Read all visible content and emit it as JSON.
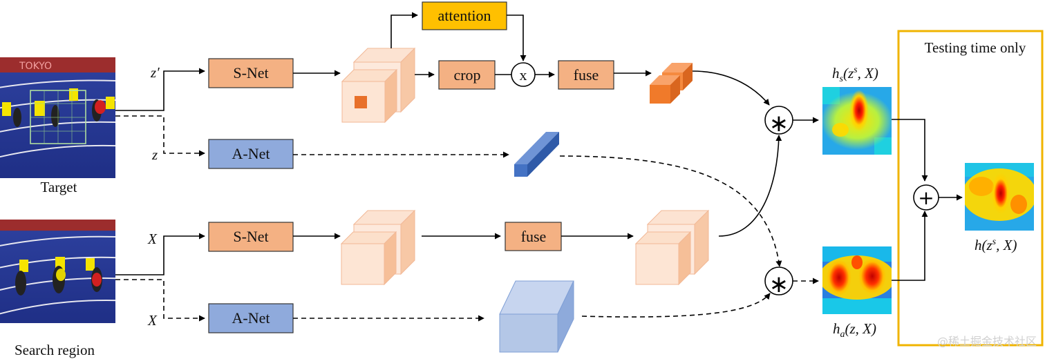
{
  "labels": {
    "target": "Target",
    "search_region": "Search region",
    "testing_only": "Testing time only",
    "watermark": "@稀土掘金技术社区"
  },
  "blocks": {
    "snet_top": "S-Net",
    "anet_top": "A-Net",
    "snet_bottom": "S-Net",
    "anet_bottom": "A-Net",
    "attention": "attention",
    "crop": "crop",
    "fuse_top": "fuse",
    "fuse_bottom": "fuse"
  },
  "operators": {
    "multiply": "x",
    "corr_top": "∗",
    "corr_bottom": "∗",
    "plus": "+"
  },
  "math": {
    "z_prime": "z′",
    "z": "z",
    "x1": "X",
    "x2": "X",
    "hs_main": "h",
    "hs_sub": "s",
    "hs_args_1": "(z",
    "hs_sup": "s",
    "hs_args_2": ", X)",
    "ha_main": "h",
    "ha_sub": "a",
    "ha_args": "(z, X)",
    "h_main": "h(z",
    "h_sup": "s",
    "h_args": ", X)"
  },
  "colors": {
    "snet_fill": "#f4b183",
    "anet_fill": "#8faadc",
    "attention_fill": "#ffc000",
    "crop_fill": "#f4b183",
    "testing_border": "#f0b400",
    "arrow": "#000000"
  }
}
